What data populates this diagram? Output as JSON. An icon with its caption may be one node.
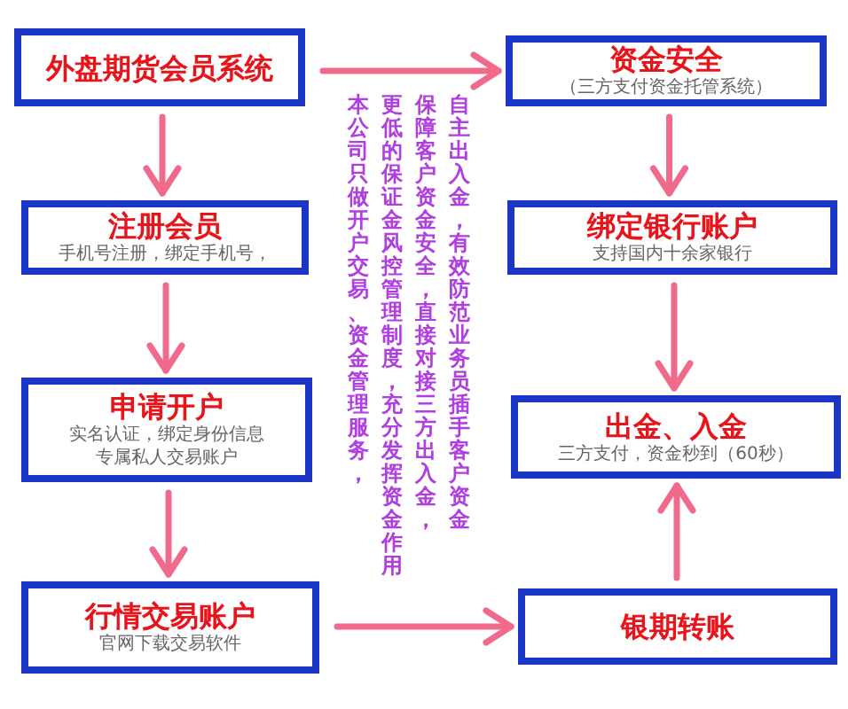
{
  "diagram": {
    "nodes": [
      {
        "text": [
          "外盘期货会员系统"
        ]
      },
      {
        "text": [
          "注册会员",
          "手机号注册，绑定手机号，"
        ]
      },
      {
        "text": [
          "申请开户",
          "实名认证，绑定身份信息专属私人交易账户"
        ]
      },
      {
        "text": [
          "行情交易账户",
          "官网下载交易软件"
        ]
      },
      {
        "text": [
          "资金安全",
          "（三方支付资金托管系统）"
        ]
      },
      {
        "text": [
          "绑定银行账户",
          "支持国内十余家银行"
        ]
      },
      {
        "text": [
          "出金、入金",
          "三方支付，资金秒到（60秒）"
        ]
      },
      {
        "text": [
          "银期转账"
        ]
      }
    ],
    "edges": [
      {
        "from": 0,
        "to": 1,
        "arrow": "to"
      },
      {
        "from": 1,
        "to": 2,
        "arrow": "to"
      },
      {
        "from": 2,
        "to": 3,
        "arrow": "to"
      },
      {
        "from": 0,
        "to": 4,
        "arrow": "to"
      },
      {
        "from": 3,
        "to": 7,
        "arrow": "to"
      },
      {
        "from": 4,
        "to": 5,
        "arrow": "to"
      },
      {
        "from": 5,
        "to": 6,
        "arrow": "to"
      },
      {
        "from": 7,
        "to": 6,
        "arrow": "to"
      }
    ],
    "labels": [
      "自主出入金，有效防范业务员插手客户资金",
      "保障客户资金安全，直接对接三方出入金，",
      "更低的保证金风控管理制度，充分发挥资金作用",
      "本公司只做开户交易、资金管理服务，"
    ]
  }
}
